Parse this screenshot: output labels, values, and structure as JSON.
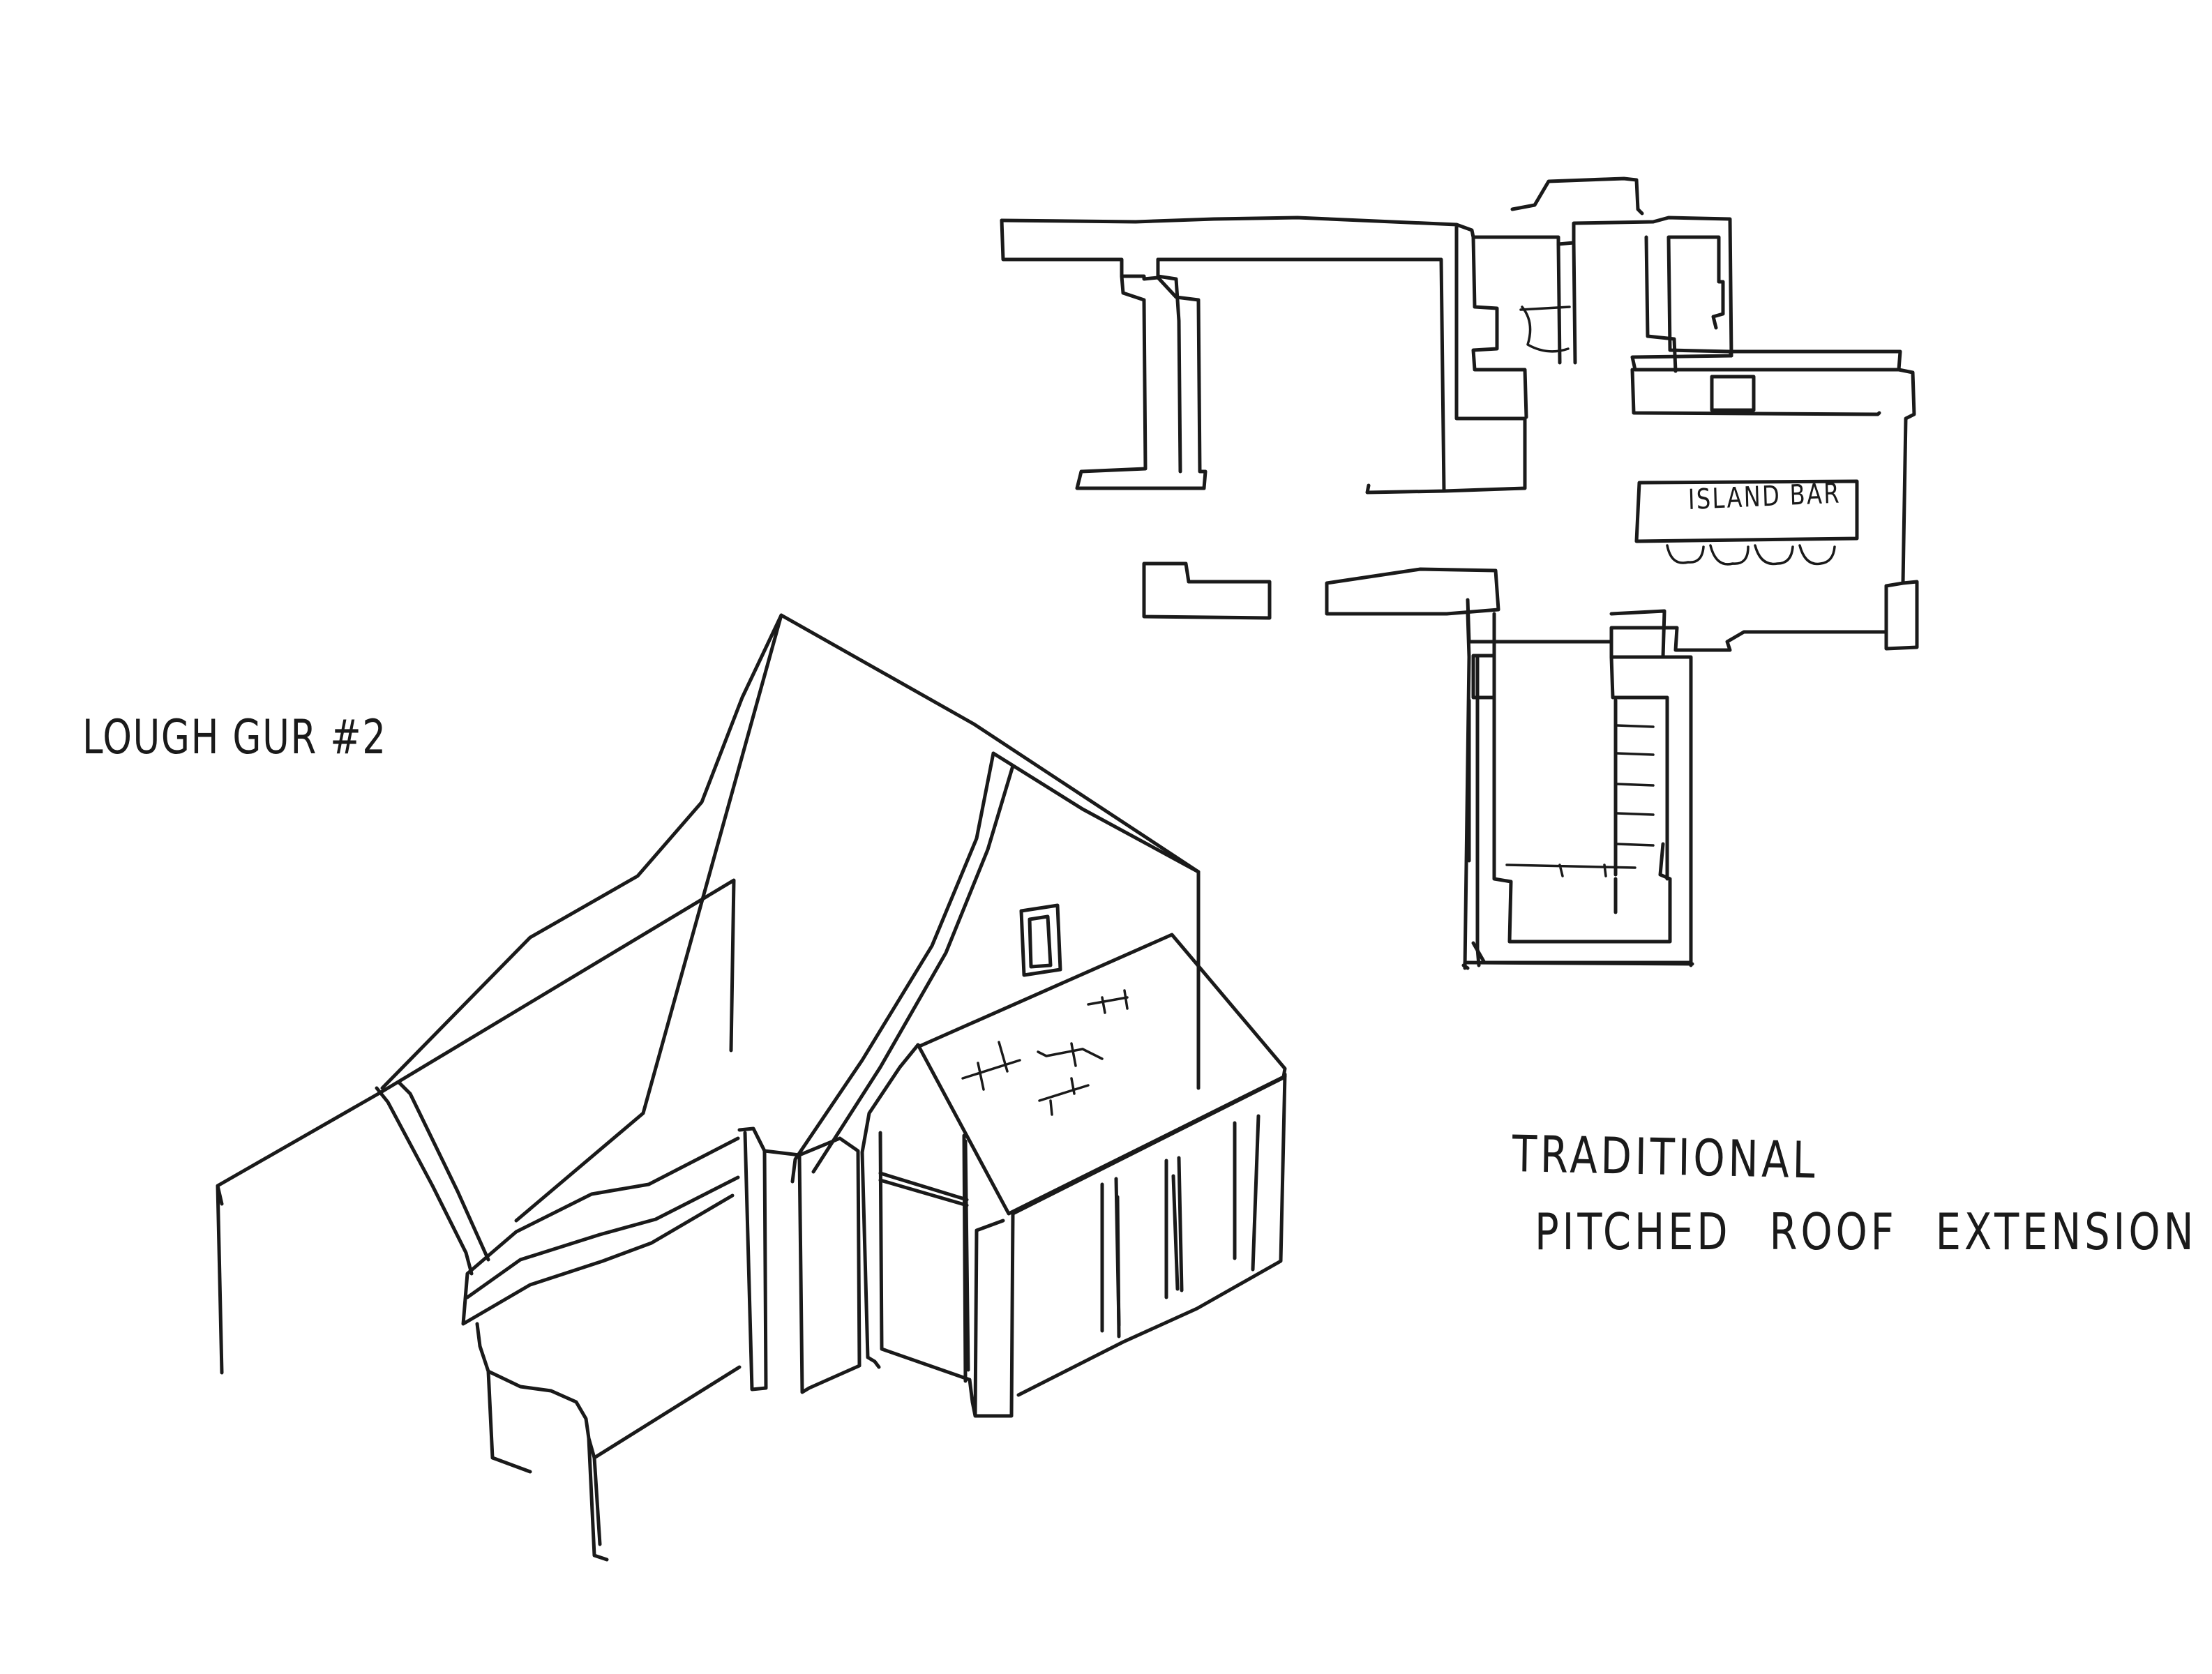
{
  "sketch": {
    "site_label": "LOUGH GUR #2",
    "caption": {
      "line1": "TRADITIONAL",
      "line2": "PITCHED ROOF EXTENSION"
    },
    "plan_label": "ISLAND BAR"
  },
  "colors": {
    "paper": "#ffffff",
    "ink": "#1a1a1a"
  }
}
